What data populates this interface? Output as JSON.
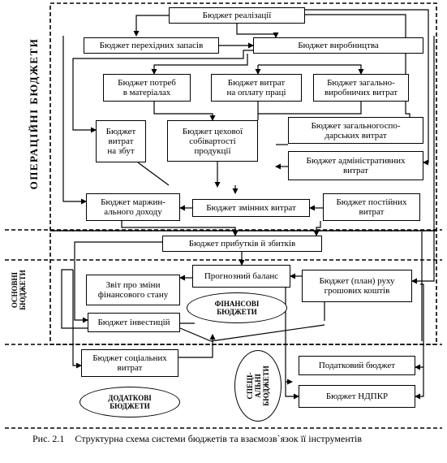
{
  "boxes": {
    "realization": "Бюджет  реалізації",
    "transitional_stocks": "Бюджет  перехідних  запасів",
    "production": "Бюджет  виробництва",
    "materials_needs": "Бюджет  потреб\nв матеріалах",
    "labor_costs": "Бюджет  витрат\nна оплату праці",
    "general_production": "Бюджет  загально-\nвиробничих витрат",
    "sales_costs": "Бюджет\nвитрат\nна збут",
    "shop_cost": "Бюджет цехової\nсобівартості\nпродукції",
    "general_economic": "Бюджет  загальногоспо-\nдарських  витрат",
    "administrative": "Бюджет  адміністративних\nвитрат",
    "marginal_income": "Бюджет  маржин-\nального доходу",
    "variable_costs": "Бюджет  змінних витрат",
    "fixed_costs": "Бюджет  постійних\nвитрат",
    "profit_loss": "Бюджет прибутків й  збитків",
    "forecast_balance": "Прогнозний  баланс",
    "cash_flow": "Бюджет  (план)  руху\nгрошових  коштів",
    "financial_state": "Звіт про зміни\nфінансового стану",
    "investments": "Бюджет  інвестицій",
    "social_costs": "Бюджет  соціальних\nвитрат",
    "tax_budget": "Податковий  бюджет",
    "rnd_budget": "Бюджет  НДПКР"
  },
  "groups": {
    "operational": "ОПЕРАЦІЙНІ   БЮДЖЕТИ",
    "main": "ОСНОВНІ\nБЮДЖЕТИ",
    "financial": "ФІНАНСОВІ\nБЮДЖЕТИ",
    "special": "СПЕЦІ-\nАЛЬНІ\nБЮДЖЕТИ",
    "additional": "ДОДАТКОВІ\nБЮДЖЕТИ"
  },
  "caption": {
    "label": "Рис.  2.1",
    "text": "Структурна  схема  системи  бюджетів  та  взаємозв`язок  її інструментів"
  }
}
